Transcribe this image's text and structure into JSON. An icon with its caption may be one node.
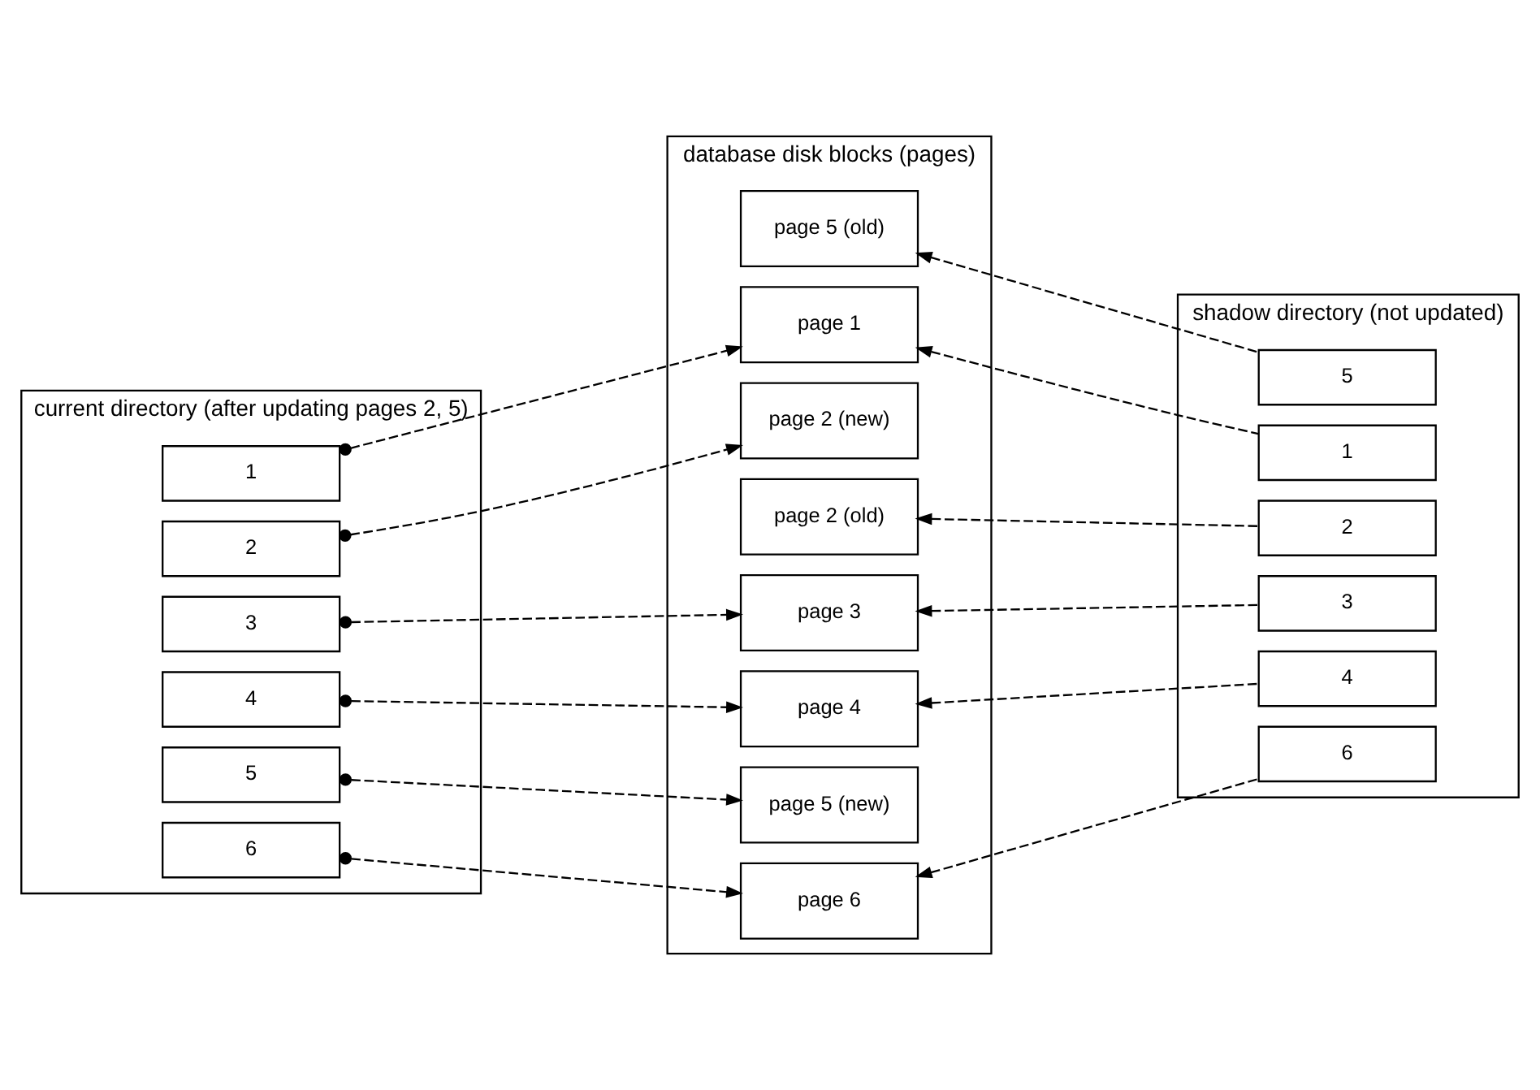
{
  "diagram": {
    "nodes": [
      {
        "text": [
          "current directory (after updating pages 2, 5)"
        ]
      },
      {
        "text": [
          "1"
        ],
        "in": 0
      },
      {
        "text": [
          "2"
        ],
        "in": 0
      },
      {
        "text": [
          "3"
        ],
        "in": 0
      },
      {
        "text": [
          "4"
        ],
        "in": 0
      },
      {
        "text": [
          "5"
        ],
        "in": 0
      },
      {
        "text": [
          "6"
        ],
        "in": 0
      },
      {
        "text": [
          "database disk blocks (pages)"
        ]
      },
      {
        "text": [
          "page 5 (old)"
        ],
        "in": 7
      },
      {
        "text": [
          "page 1"
        ],
        "in": 7
      },
      {
        "text": [
          "page 4"
        ],
        "in": 7
      },
      {
        "text": [
          "page 2 (old)"
        ],
        "in": 7
      },
      {
        "text": [
          "page 3"
        ],
        "in": 7
      },
      {
        "text": [
          "page 6"
        ],
        "in": 7
      },
      {
        "text": [
          "page 2 (new)"
        ],
        "in": 7
      },
      {
        "text": [
          "page 5 (new)"
        ],
        "in": 7
      },
      {
        "text": [
          "shadow directory (not updated)"
        ]
      },
      {
        "text": [
          "1"
        ],
        "in": 16
      },
      {
        "text": [
          "2"
        ],
        "in": 16
      },
      {
        "text": [
          "3"
        ],
        "in": 16
      },
      {
        "text": [
          "4"
        ],
        "in": 16
      },
      {
        "text": [
          "5"
        ],
        "in": 16
      },
      {
        "text": [
          "6"
        ],
        "in": 16
      }
    ],
    "edges": [
      {
        "from": 1,
        "to": 9,
        "arrow": "to",
        "style": "dashed"
      },
      {
        "from": 2,
        "to": 14,
        "arrow": "to",
        "style": "dashed"
      },
      {
        "from": 3,
        "to": 12,
        "arrow": "to",
        "style": "dashed"
      },
      {
        "from": 4,
        "to": 10,
        "arrow": "to",
        "style": "dashed"
      },
      {
        "from": 5,
        "to": 15,
        "arrow": "to",
        "style": "dashed"
      },
      {
        "from": 6,
        "to": 13,
        "arrow": "to",
        "style": "dashed"
      },
      {
        "from": 17,
        "to": 9,
        "arrow": "to",
        "style": "dashed"
      },
      {
        "from": 18,
        "to": 11,
        "arrow": "to",
        "style": "dashed"
      },
      {
        "from": 19,
        "to": 12,
        "arrow": "to",
        "style": "dashed"
      },
      {
        "from": 20,
        "to": 10,
        "arrow": "to",
        "style": "dashed"
      },
      {
        "from": 21,
        "to": 8,
        "arrow": "to",
        "style": "dashed"
      },
      {
        "from": 22,
        "to": 13,
        "arrow": "to",
        "style": "dashed"
      }
    ]
  }
}
